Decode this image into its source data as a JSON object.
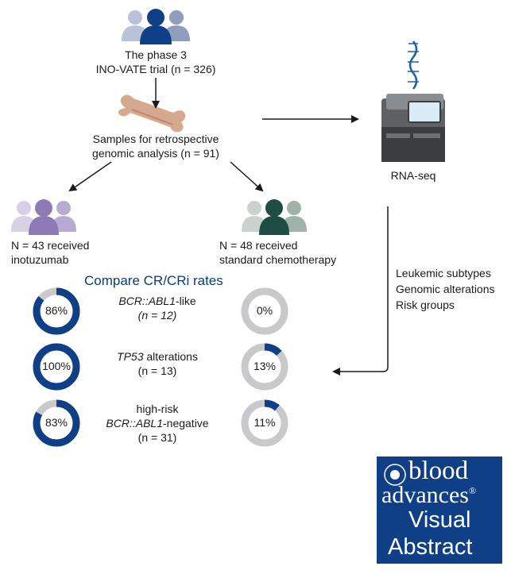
{
  "colors": {
    "navy": "#0f3f86",
    "light_gray": "#c9c9cc",
    "purple": "#8e7ab5",
    "green": "#1e4d44",
    "arrow": "#1a1a1a"
  },
  "trial": {
    "line1": "The phase 3",
    "line2": "INO-VATE trial (n = 326)"
  },
  "samples": {
    "line1": "Samples for retrospective",
    "line2": "genomic analysis (n = 91)"
  },
  "rnaseq": {
    "label": "RNA-seq"
  },
  "arm_inotuzumab": {
    "line1": "N = 43 received",
    "line2": "inotuzumab"
  },
  "arm_chemo": {
    "line1": "N = 48 received",
    "line2": "standard chemotherapy"
  },
  "side_list": [
    "Leukemic subtypes",
    "Genomic alterations",
    "Risk groups"
  ],
  "compare_heading": "Compare CR/CRi rates",
  "groups": [
    {
      "line1_italic": "BCR::ABL1",
      "line1_rest": "-like",
      "line2": "(n = 12)",
      "line2_italic": true,
      "inotuzumab_pct": 86,
      "chemo_pct": 0,
      "inotuzumab_label": "86%",
      "chemo_label": "0%"
    },
    {
      "line1_italic": "TP53",
      "line1_rest": " alterations",
      "line2": "(n = 13)",
      "line2_italic": false,
      "inotuzumab_pct": 100,
      "chemo_pct": 13,
      "inotuzumab_label": "100%",
      "chemo_label": "13%"
    },
    {
      "line0": "high-risk",
      "line1_italic": "BCR::ABL1",
      "line1_rest": "-negative",
      "line2": "(n = 31)",
      "line2_italic": false,
      "inotuzumab_pct": 83,
      "chemo_pct": 11,
      "inotuzumab_label": "83%",
      "chemo_label": "11%"
    }
  ],
  "logo": {
    "word1": "blood",
    "word2": "advances",
    "registered": "®",
    "word3": "Visual",
    "word4": "Abstract"
  }
}
